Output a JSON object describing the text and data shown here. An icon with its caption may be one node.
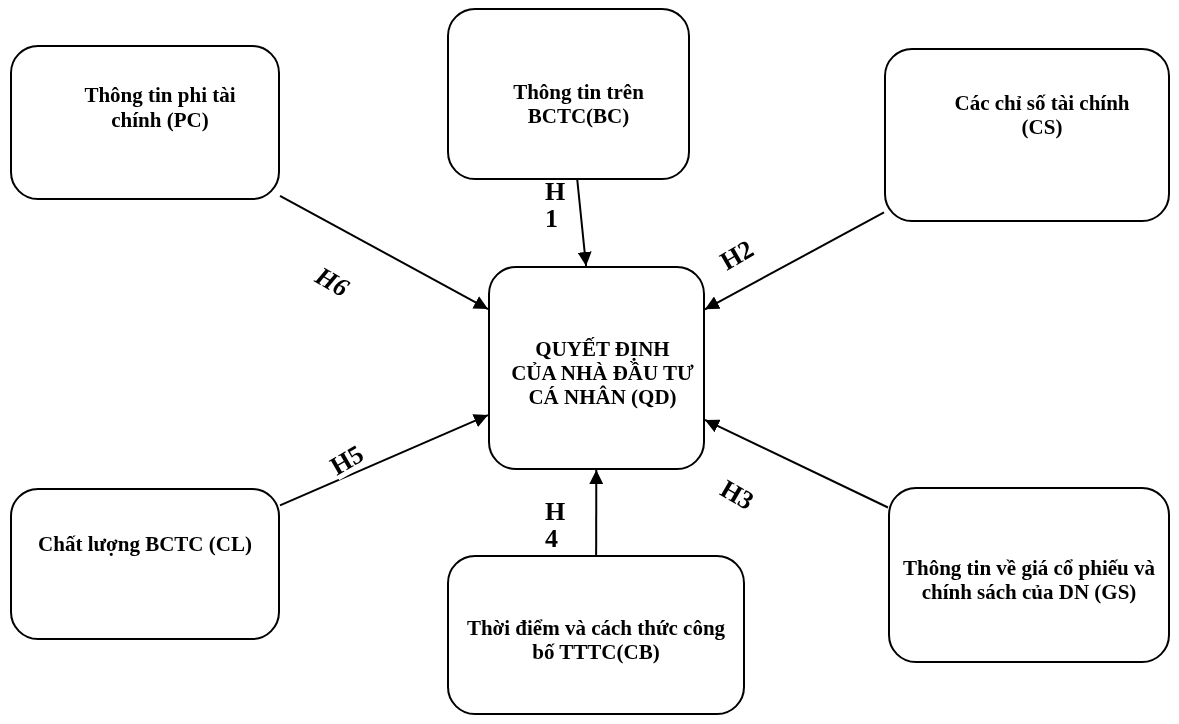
{
  "diagram": {
    "nodes": [
      {
        "text": [
          "Thông tin phi tài chính (PC)"
        ]
      },
      {
        "text": [
          "Thông tin trên BCTC(BC)"
        ]
      },
      {
        "text": [
          "Các chỉ số tài chính (CS)"
        ]
      },
      {
        "text": [
          "QUYẾT ĐỊNH CỦA NHÀ ĐẦU TƯ CÁ NHÂN (QD)"
        ]
      },
      {
        "text": [
          "Chất lượng BCTC (CL)"
        ]
      },
      {
        "text": [
          "Thời điểm và cách thức công bố TTTC(CB)"
        ]
      },
      {
        "text": [
          "Thông tin về giá cổ phiếu và chính sách của DN (GS)"
        ]
      }
    ],
    "edges": [
      {
        "from": 0,
        "to": 3,
        "arrow": "to",
        "label": "H6"
      },
      {
        "from": 1,
        "to": 3,
        "arrow": "to",
        "label": "H1"
      },
      {
        "from": 2,
        "to": 3,
        "arrow": "to",
        "label": "H2"
      },
      {
        "from": 4,
        "to": 3,
        "arrow": "to",
        "label": "H5"
      },
      {
        "from": 5,
        "to": 3,
        "arrow": "to",
        "label": "H4"
      },
      {
        "from": 6,
        "to": 3,
        "arrow": "to",
        "label": "H3"
      }
    ]
  }
}
